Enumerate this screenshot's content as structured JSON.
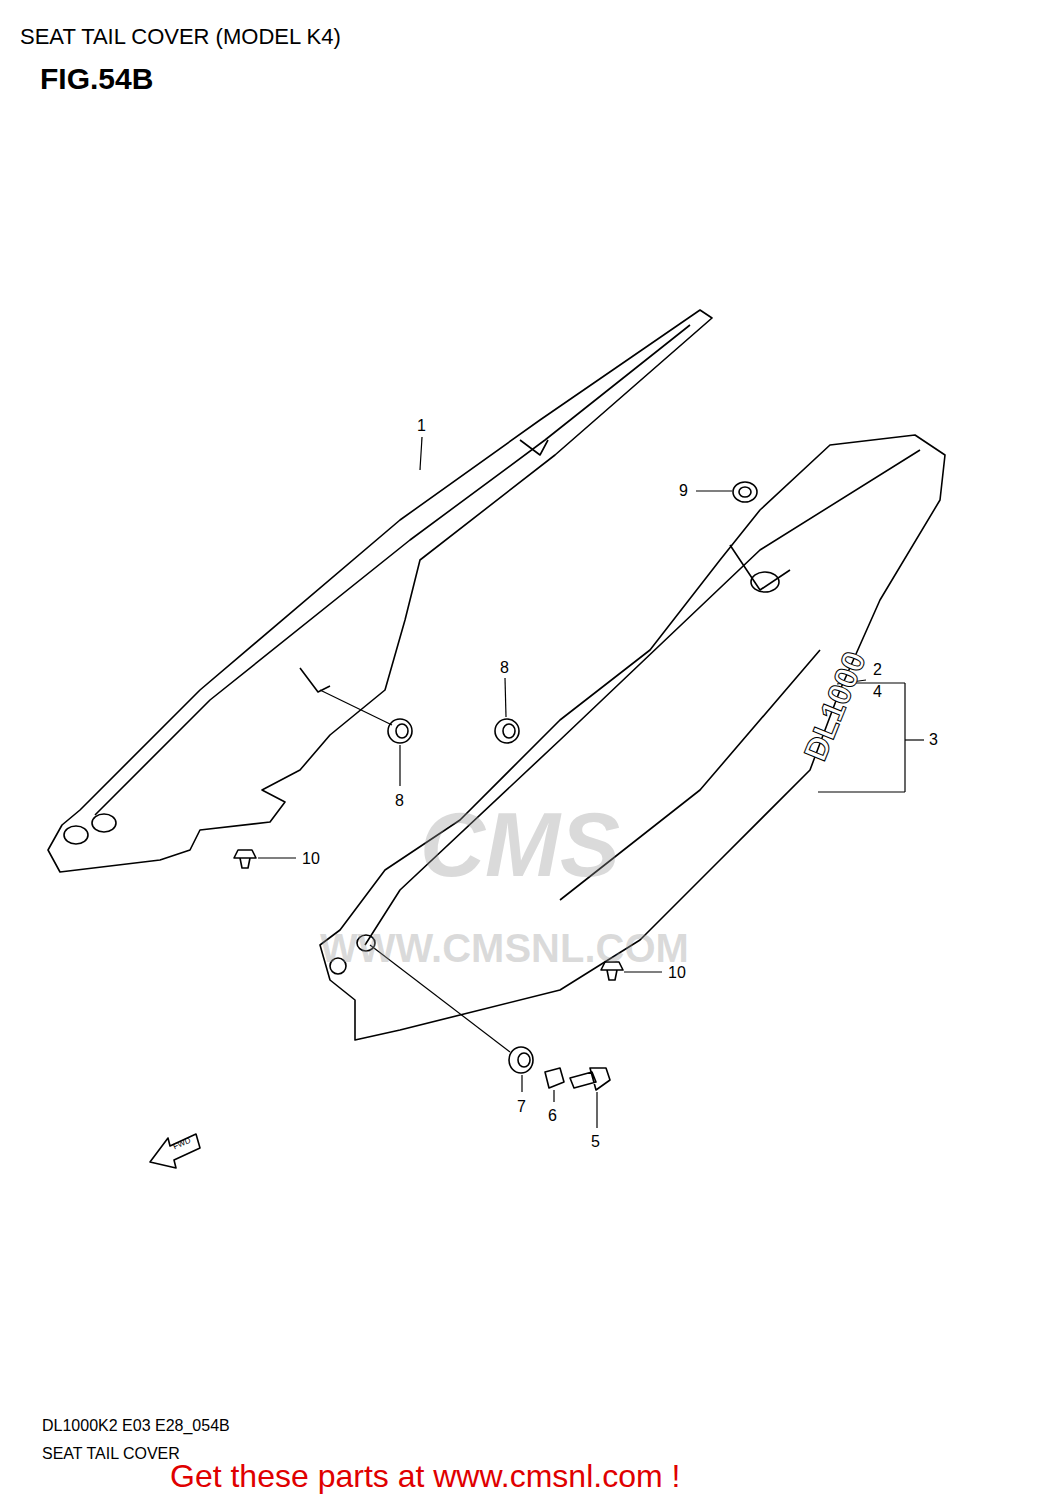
{
  "diagram": {
    "title": "SEAT TAIL COVER (MODEL K4)",
    "labels": [
      "FIG.54B",
      "1",
      "9",
      "8",
      "8",
      "2",
      "4",
      "3",
      "10",
      "10",
      "7",
      "6",
      "5",
      "FWD",
      "DL1000",
      "CMS",
      "WWW.CMSNL.COM",
      "DL1000K2 E03 E28_054B",
      "SEAT TAIL COVER",
      "Get these parts at www.cmsnl.com !"
    ]
  }
}
